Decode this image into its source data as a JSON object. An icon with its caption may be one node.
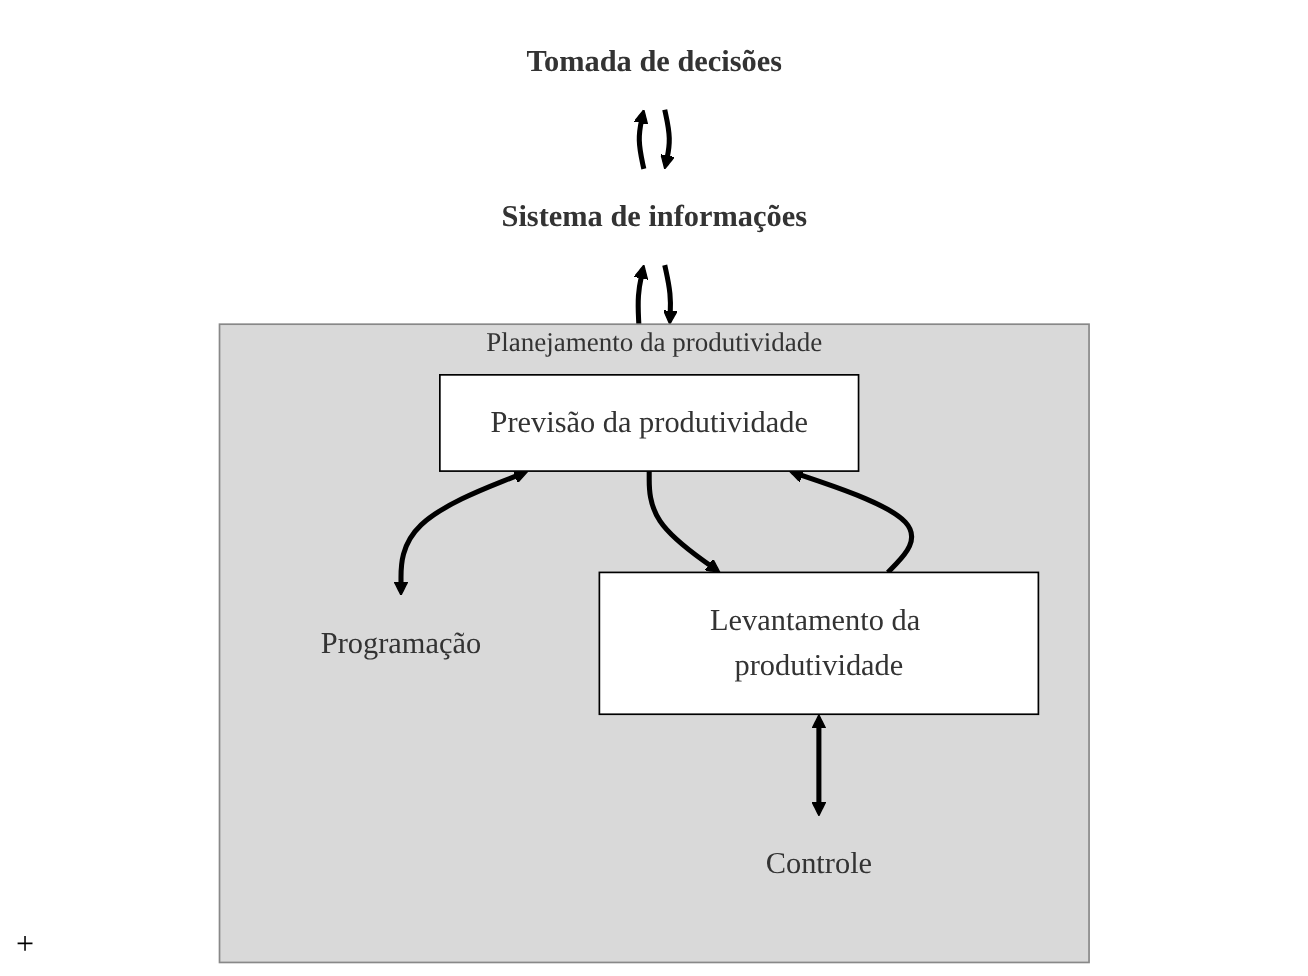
{
  "diagram": {
    "nodes": [
      {
        "text": [
          "Tomada de decisões"
        ]
      },
      {
        "text": [
          "Sistema de informações"
        ]
      },
      {
        "text": [
          "Planejamento da produtividade"
        ]
      },
      {
        "text": [
          "Programação"
        ],
        "in": 2
      },
      {
        "text": [
          "Controle"
        ],
        "in": 2
      },
      {
        "text": [
          "Previsão da produtividade"
        ],
        "in": 2
      },
      {
        "text": [
          "Levantamento da produtividade"
        ],
        "in": 2
      }
    ],
    "edges": [
      {
        "from": 0,
        "to": 1,
        "arrow": "to"
      },
      {
        "from": 1,
        "to": 0,
        "arrow": "to"
      },
      {
        "from": 1,
        "to": 2,
        "arrow": "to"
      },
      {
        "from": 2,
        "to": 1,
        "arrow": "to"
      },
      {
        "from": 3,
        "to": 5,
        "arrow": "both"
      },
      {
        "from": 4,
        "to": 6,
        "arrow": "both"
      },
      {
        "from": 6,
        "to": 5,
        "arrow": "to"
      },
      {
        "from": 5,
        "to": 6,
        "arrow": "to"
      }
    ],
    "labels": [
      "+"
    ]
  }
}
